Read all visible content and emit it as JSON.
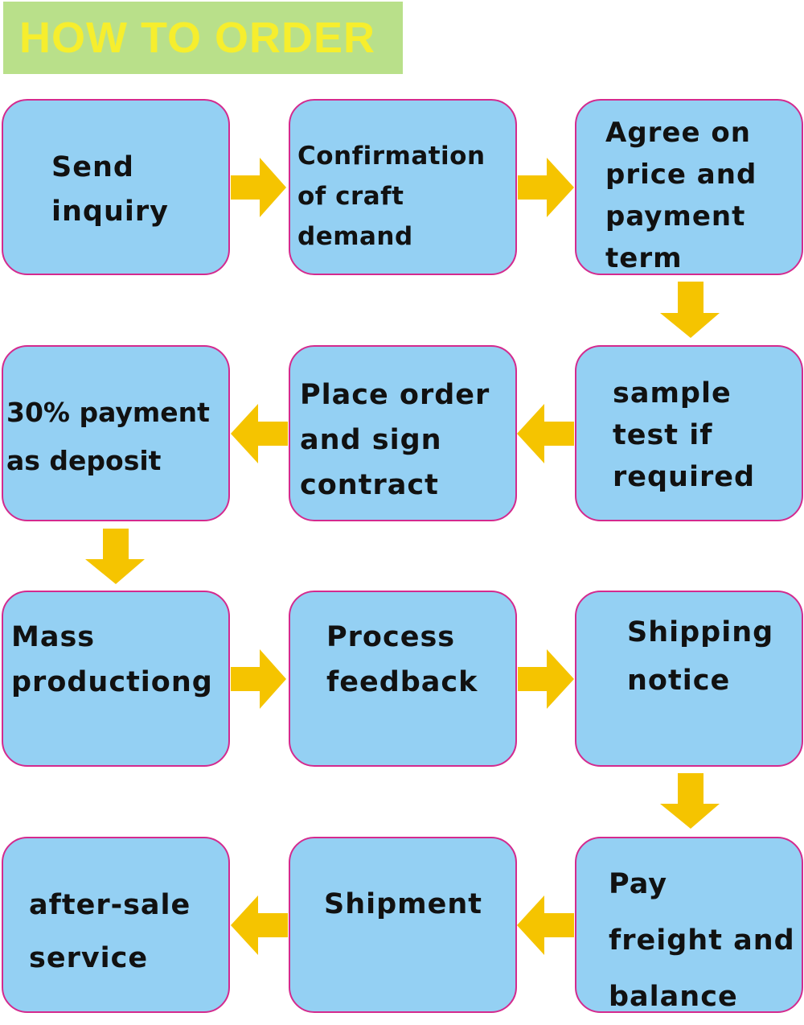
{
  "header": {
    "title": "HOW TO ORDER"
  },
  "colors": {
    "box_fill": "#94d0f3",
    "box_border": "#d42a8e",
    "arrow": "#f5c400",
    "title_bg": "#b9e08a",
    "title_text": "#f6ee2e"
  },
  "steps": [
    {
      "lines": [
        "Send",
        "inquiry"
      ]
    },
    {
      "lines": [
        "Confirmation",
        "of craft",
        "demand"
      ]
    },
    {
      "lines": [
        "Agree on",
        "price and",
        "payment",
        "term"
      ]
    },
    {
      "lines": [
        "sample",
        "test if",
        "required"
      ]
    },
    {
      "lines": [
        "Place order",
        "and sign",
        "contract"
      ]
    },
    {
      "lines": [
        "30% payment",
        "as deposit"
      ]
    },
    {
      "lines": [
        "Mass",
        "productiong"
      ]
    },
    {
      "lines": [
        "Process",
        "feedback"
      ]
    },
    {
      "lines": [
        "Shipping",
        "notice"
      ]
    },
    {
      "lines": [
        "Pay",
        "freight and",
        "balance"
      ]
    },
    {
      "lines": [
        "Shipment"
      ]
    },
    {
      "lines": [
        "after-sale",
        "service"
      ]
    }
  ],
  "flow": [
    {
      "from": 0,
      "to": 1,
      "direction": "right"
    },
    {
      "from": 1,
      "to": 2,
      "direction": "right"
    },
    {
      "from": 2,
      "to": 3,
      "direction": "down"
    },
    {
      "from": 3,
      "to": 4,
      "direction": "left"
    },
    {
      "from": 4,
      "to": 5,
      "direction": "left"
    },
    {
      "from": 5,
      "to": 6,
      "direction": "down"
    },
    {
      "from": 6,
      "to": 7,
      "direction": "right"
    },
    {
      "from": 7,
      "to": 8,
      "direction": "right"
    },
    {
      "from": 8,
      "to": 9,
      "direction": "down"
    },
    {
      "from": 9,
      "to": 10,
      "direction": "left"
    },
    {
      "from": 10,
      "to": 11,
      "direction": "left"
    }
  ]
}
